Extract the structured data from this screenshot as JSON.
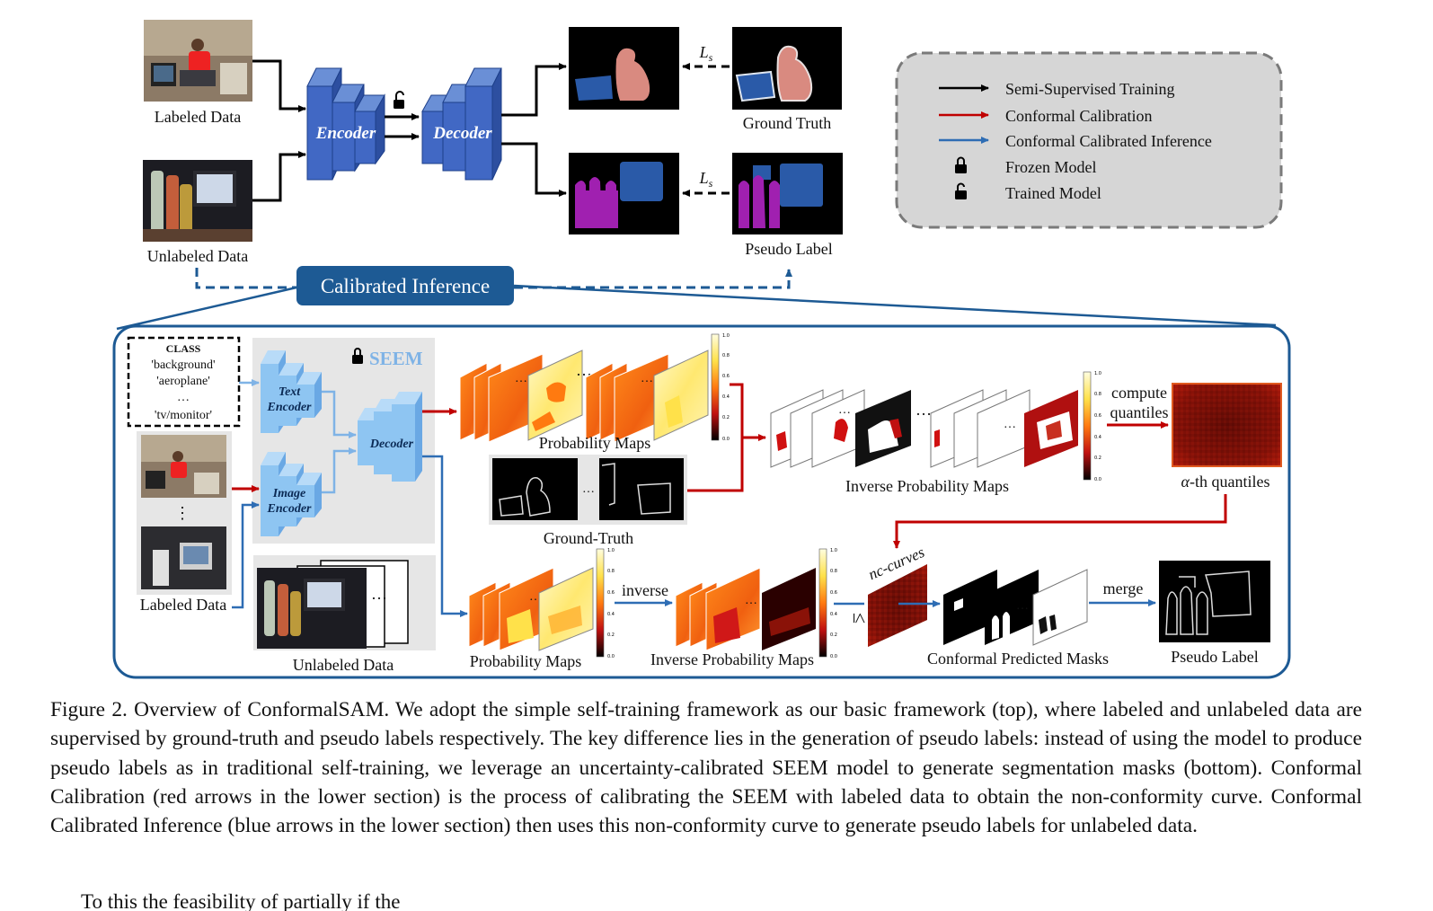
{
  "top": {
    "labeled_data": "Labeled Data",
    "unlabeled_data": "Unlabeled Data",
    "encoder": "Encoder",
    "decoder": "Decoder",
    "ground_truth": "Ground Truth",
    "pseudo_label": "Pseudo Label",
    "loss": "L",
    "loss_sub": "s"
  },
  "legend": {
    "items": [
      {
        "label": "Semi-Supervised Training",
        "color": "#000000"
      },
      {
        "label": "Conformal Calibration",
        "color": "#c00000"
      },
      {
        "label": "Conformal Calibrated Inference",
        "color": "#2e6db4"
      },
      {
        "label": "Frozen Model",
        "icon": "lock-closed-icon"
      },
      {
        "label": "Trained Model",
        "icon": "lock-open-icon"
      }
    ]
  },
  "calibrated_inference": "Calibrated Inference",
  "bottom": {
    "class_title": "CLASS",
    "class_items": [
      "'background'",
      "'aeroplane'",
      "…",
      "'tv/monitor'"
    ],
    "seem": "SEEM",
    "text_encoder": [
      "Text",
      "Encoder"
    ],
    "image_encoder": [
      "Image",
      "Encoder"
    ],
    "decoder": "Decoder",
    "labeled_data": "Labeled Data",
    "unlabeled_data": "Unlabeled Data",
    "probability_maps_top": "Probability Maps",
    "ground_truth": "Ground-Truth",
    "inverse_probability_maps_top": "Inverse Probability Maps",
    "compute_quantiles": [
      "compute",
      "quantiles"
    ],
    "alpha_quantiles": "-th quantiles",
    "alpha_symbol": "α",
    "probability_maps_bottom": "Probability Maps",
    "inverse": "inverse",
    "inverse_probability_maps_bottom": "Inverse Probability Maps",
    "leq": "≤",
    "nc_curves": "nc-curves",
    "conformal_predicted_masks": "Conformal Predicted Masks",
    "merge": "merge",
    "pseudo_label": "Pseudo Label",
    "ellipsis": "…",
    "vdots": "⋮",
    "colorbar_ticks": [
      "1.0",
      "0.8",
      "0.6",
      "0.4",
      "0.2",
      "0.0"
    ]
  },
  "caption": "Figure 2. Overview of ConformalSAM. We adopt the simple self-training framework as our basic framework (top), where labeled and unlabeled data are supervised by ground-truth and pseudo labels respectively. The key difference lies in the generation of pseudo labels: instead of using the model to produce pseudo labels as in traditional self-training, we leverage an uncertainty-calibrated SEEM model to generate segmentation masks (bottom). Conformal Calibration (red arrows in the lower section) is the process of calibrating the SEEM with labeled data to obtain the non-conformity curve. Conformal Calibrated Inference (blue arrows in the lower section) then uses this non-conformity curve to generate pseudo labels for unlabeled data.",
  "cut_line": "To                           this                                    the feasibility of                   partially                  if    the"
}
